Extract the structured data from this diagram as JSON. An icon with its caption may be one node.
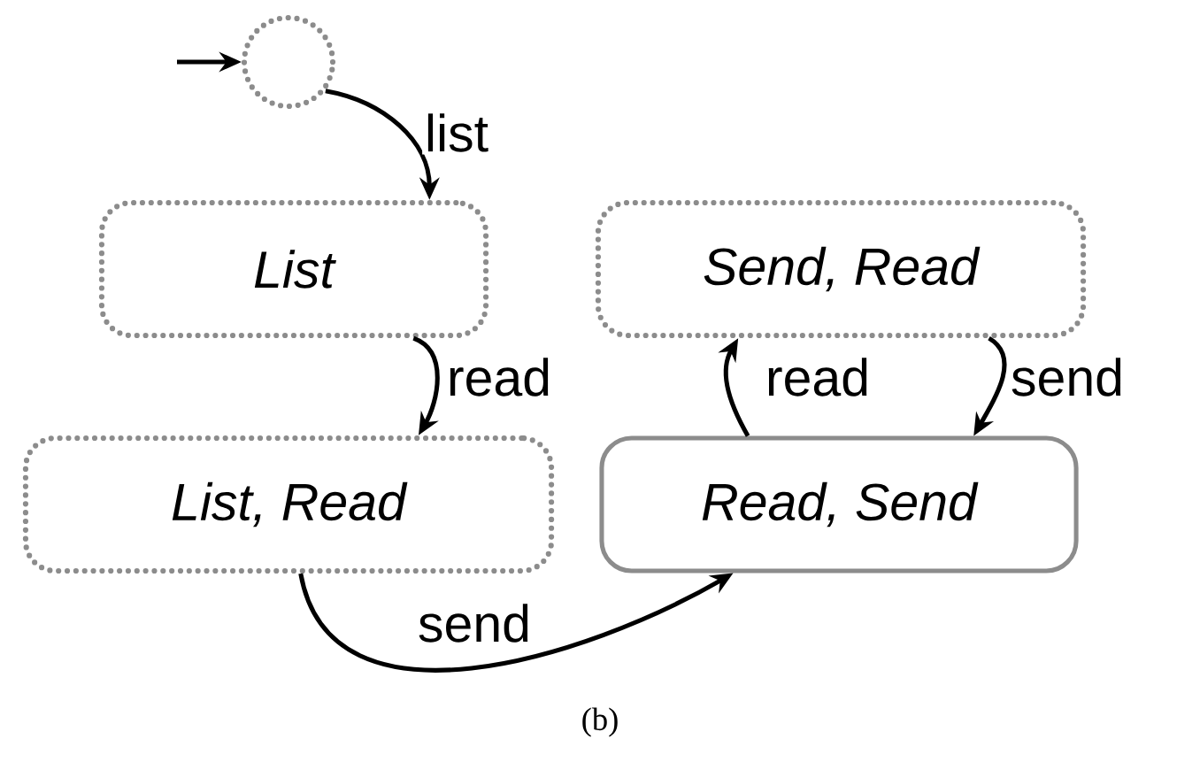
{
  "diagram": {
    "caption": "(b)",
    "nodes": [
      {
        "text": [],
        "shape": "circle"
      },
      {
        "text": [
          "List"
        ]
      },
      {
        "text": [
          "Send, Read"
        ]
      },
      {
        "text": [
          "List, Read"
        ]
      },
      {
        "text": [
          "Read, Send"
        ]
      }
    ],
    "edges": [
      {
        "from": null,
        "to": 0,
        "arrow": "to"
      },
      {
        "from": 0,
        "to": 1,
        "label": "list",
        "arrow": "to"
      },
      {
        "from": 1,
        "to": 3,
        "label": "read",
        "arrow": "to"
      },
      {
        "from": 3,
        "to": 4,
        "label": "send",
        "arrow": "to"
      },
      {
        "from": 4,
        "to": 2,
        "label": "read",
        "arrow": "to"
      },
      {
        "from": 2,
        "to": 4,
        "label": "send",
        "arrow": "to"
      }
    ]
  }
}
